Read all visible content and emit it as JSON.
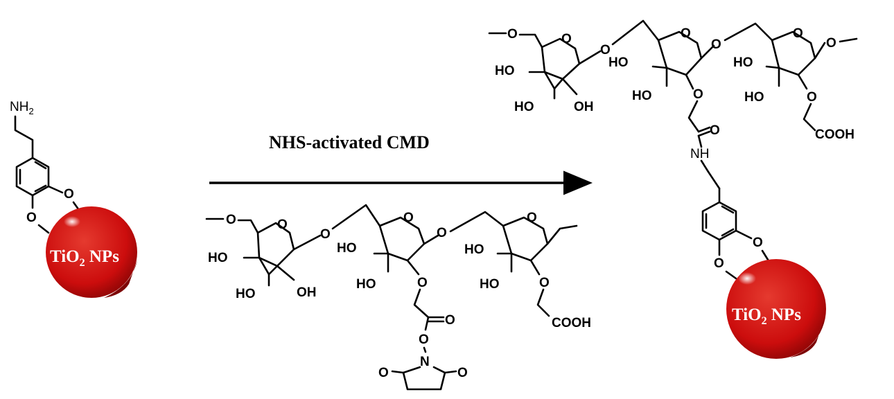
{
  "reagent_label": "NHS-activated CMD",
  "nanoparticle": {
    "label_prefix": "TiO",
    "label_subscript": "2",
    "label_suffix": " NPs"
  },
  "groups": {
    "amine": "NH",
    "amine_sub": "2",
    "hydroxyl_left": "HO",
    "hydroxyl_right": "OH",
    "oxygen": "O",
    "nitrogen": "N",
    "amide_nh": "NH",
    "carboxyl": "COOH"
  },
  "colors": {
    "particle": "#d31010",
    "particle_dark": "#8e0606",
    "arrow": "#000000"
  }
}
